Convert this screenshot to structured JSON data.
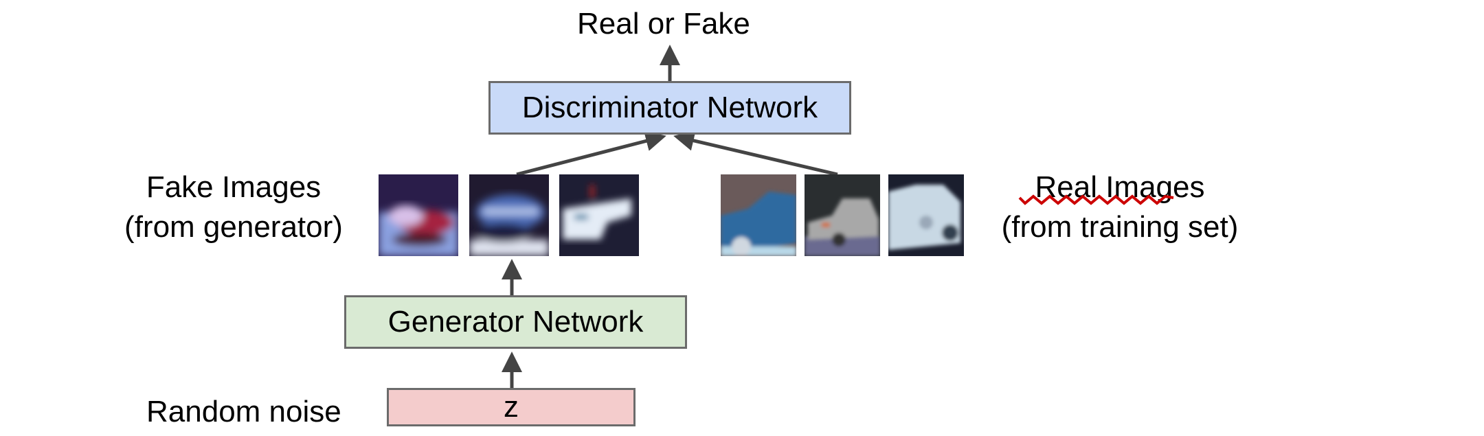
{
  "title": "Real or Fake",
  "discriminator": {
    "label": "Discriminator Network",
    "color": "#c9daf8"
  },
  "generator": {
    "label": "Generator Network",
    "color": "#d9ead3"
  },
  "noise": {
    "label": "Random noise",
    "box_label": "z",
    "color": "#f4cccc"
  },
  "fake_images": {
    "line1": "Fake Images",
    "line2": "(from generator)",
    "thumbnails": [
      {
        "name": "fake-image-1",
        "description": "blurry generated image, red and blue shapes"
      },
      {
        "name": "fake-image-2",
        "description": "blurry generated blue car"
      },
      {
        "name": "fake-image-3",
        "description": "blurry generated white car shape"
      }
    ]
  },
  "real_images": {
    "line1": "Real Images",
    "line2": "(from training set)",
    "spellcheck_color": "#cc0000",
    "thumbnails": [
      {
        "name": "real-image-1",
        "description": "blue car"
      },
      {
        "name": "real-image-2",
        "description": "silver sedan"
      },
      {
        "name": "real-image-3",
        "description": "white sports car"
      }
    ]
  },
  "arrow_color": "#444444"
}
